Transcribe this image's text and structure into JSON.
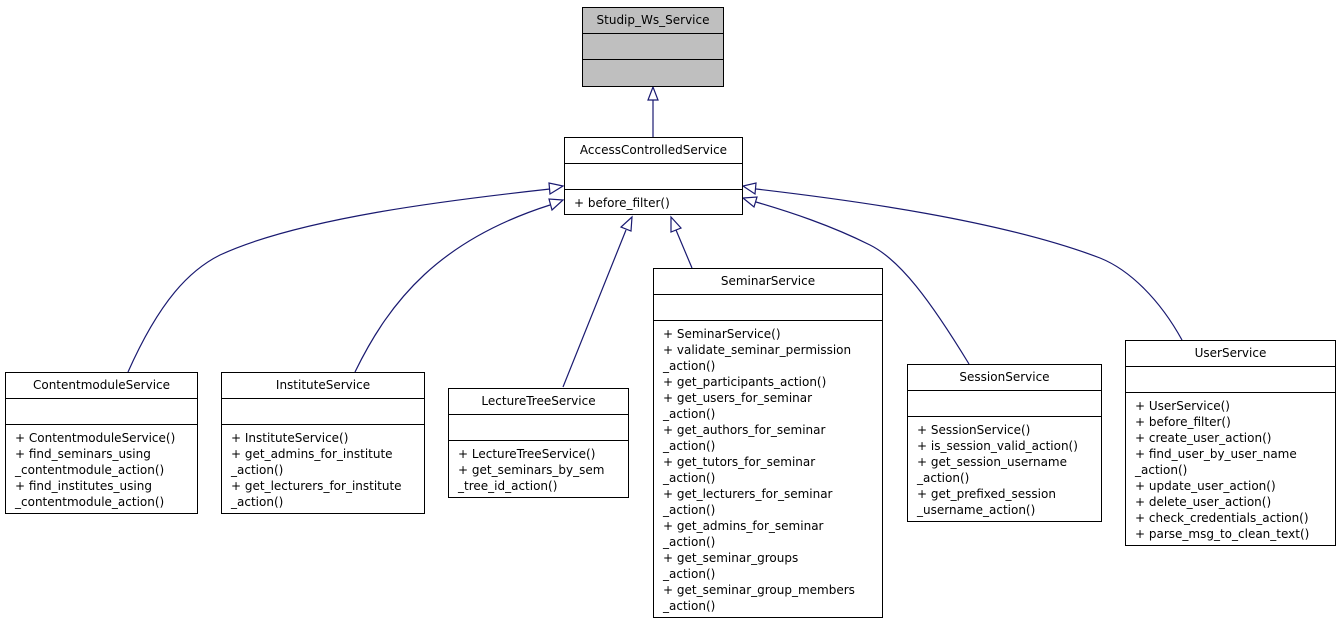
{
  "classes": [
    {
      "id": "studip",
      "name": "Studip_Ws_Service",
      "methods": []
    },
    {
      "id": "access",
      "name": "AccessControlledService",
      "methods": [
        "+ before_filter()"
      ]
    },
    {
      "id": "content",
      "name": "ContentmoduleService",
      "methods": [
        "+ ContentmoduleService()",
        "+ find_seminars_using",
        "_contentmodule_action()",
        "+ find_institutes_using",
        "_contentmodule_action()"
      ]
    },
    {
      "id": "institute",
      "name": "InstituteService",
      "methods": [
        "+ InstituteService()",
        "+ get_admins_for_institute",
        "_action()",
        "+ get_lecturers_for_institute",
        "_action()"
      ]
    },
    {
      "id": "lecture",
      "name": "LectureTreeService",
      "methods": [
        "+ LectureTreeService()",
        "+ get_seminars_by_sem",
        "_tree_id_action()"
      ]
    },
    {
      "id": "seminar",
      "name": "SeminarService",
      "methods": [
        "+ SeminarService()",
        "+ validate_seminar_permission",
        "_action()",
        "+ get_participants_action()",
        "+ get_users_for_seminar",
        "_action()",
        "+ get_authors_for_seminar",
        "_action()",
        "+ get_tutors_for_seminar",
        "_action()",
        "+ get_lecturers_for_seminar",
        "_action()",
        "+ get_admins_for_seminar",
        "_action()",
        "+ get_seminar_groups",
        "_action()",
        "+ get_seminar_group_members",
        "_action()"
      ]
    },
    {
      "id": "session",
      "name": "SessionService",
      "methods": [
        "+ SessionService()",
        "+ is_session_valid_action()",
        "+ get_session_username",
        "_action()",
        "+ get_prefixed_session",
        "_username_action()"
      ]
    },
    {
      "id": "user",
      "name": "UserService",
      "methods": [
        "+ UserService()",
        "+ before_filter()",
        "+ create_user_action()",
        "+ find_user_by_user_name",
        "_action()",
        "+ update_user_action()",
        "+ delete_user_action()",
        "+ check_credentials_action()",
        "+ parse_msg_to_clean_text()"
      ]
    }
  ],
  "inheritance": [
    {
      "child": "access",
      "parent": "studip"
    },
    {
      "child": "content",
      "parent": "access"
    },
    {
      "child": "institute",
      "parent": "access"
    },
    {
      "child": "lecture",
      "parent": "access"
    },
    {
      "child": "seminar",
      "parent": "access"
    },
    {
      "child": "session",
      "parent": "access"
    },
    {
      "child": "user",
      "parent": "access"
    }
  ],
  "colors": {
    "edge": "#191970",
    "base_fill": "#bfbfbf",
    "class_fill": "#ffffff",
    "border": "#000000"
  }
}
